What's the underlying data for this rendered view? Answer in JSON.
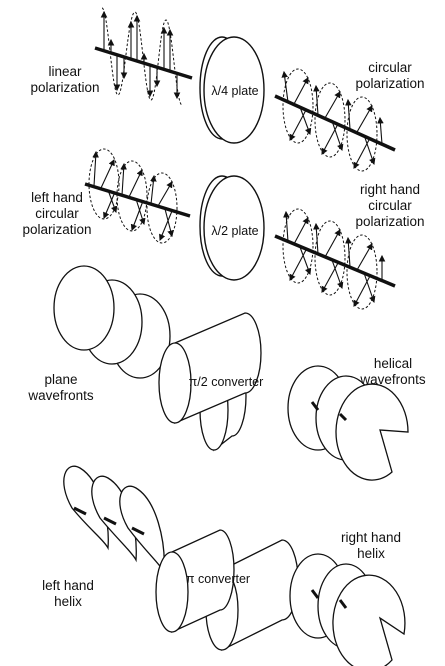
{
  "rows": [
    {
      "input_label": [
        "linear",
        "polarization"
      ],
      "element_label": "λ/4 plate",
      "output_label": [
        "circular",
        "polarization"
      ]
    },
    {
      "input_label": [
        "left hand",
        "circular",
        "polarization"
      ],
      "element_label": "λ/2 plate",
      "output_label": [
        "right hand",
        "circular",
        "polarization"
      ]
    },
    {
      "input_label": [
        "plane",
        "wavefronts"
      ],
      "element_label": "π/2 converter",
      "output_label": [
        "helical",
        "wavefronts"
      ]
    },
    {
      "input_label": [
        "left hand",
        "helix"
      ],
      "element_label": "π converter",
      "output_label": [
        "right hand",
        "helix"
      ]
    }
  ]
}
